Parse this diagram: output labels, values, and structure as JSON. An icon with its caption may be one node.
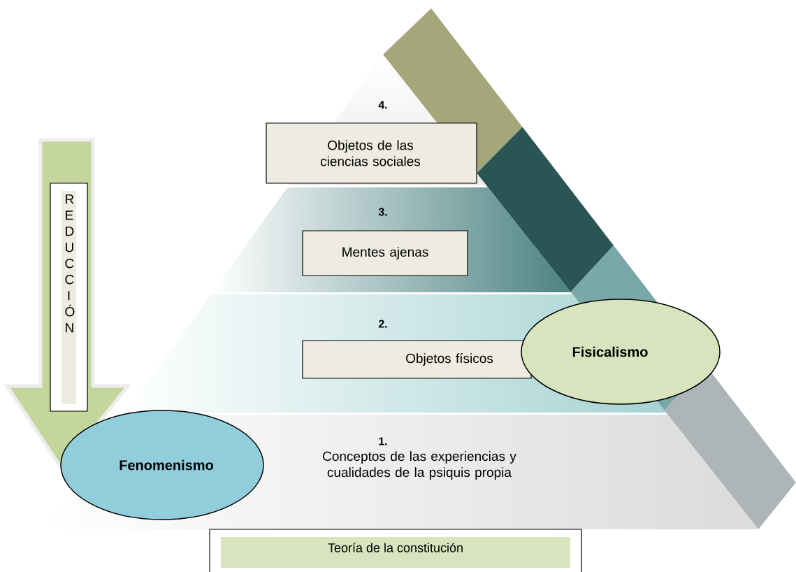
{
  "diagram": {
    "nodes": [
      {
        "text": [
          "4."
        ]
      },
      {
        "text": [
          "Objetos de las ciencias sociales"
        ]
      },
      {
        "text": [
          "3."
        ]
      },
      {
        "text": [
          "Mentes ajenas"
        ]
      },
      {
        "text": [
          "2."
        ]
      },
      {
        "text": [
          "Objetos físicos"
        ]
      },
      {
        "text": [
          "1.",
          "Conceptos de las experiencias y cualidades de la psiquis propia"
        ]
      },
      {
        "text": [
          "Fisicalismo"
        ]
      },
      {
        "text": [
          "R E D U C C I Ó N"
        ]
      },
      {
        "text": [
          "Fenomenismo"
        ]
      },
      {
        "text": [
          "Teoría de la constitución"
        ]
      }
    ],
    "edges": []
  }
}
